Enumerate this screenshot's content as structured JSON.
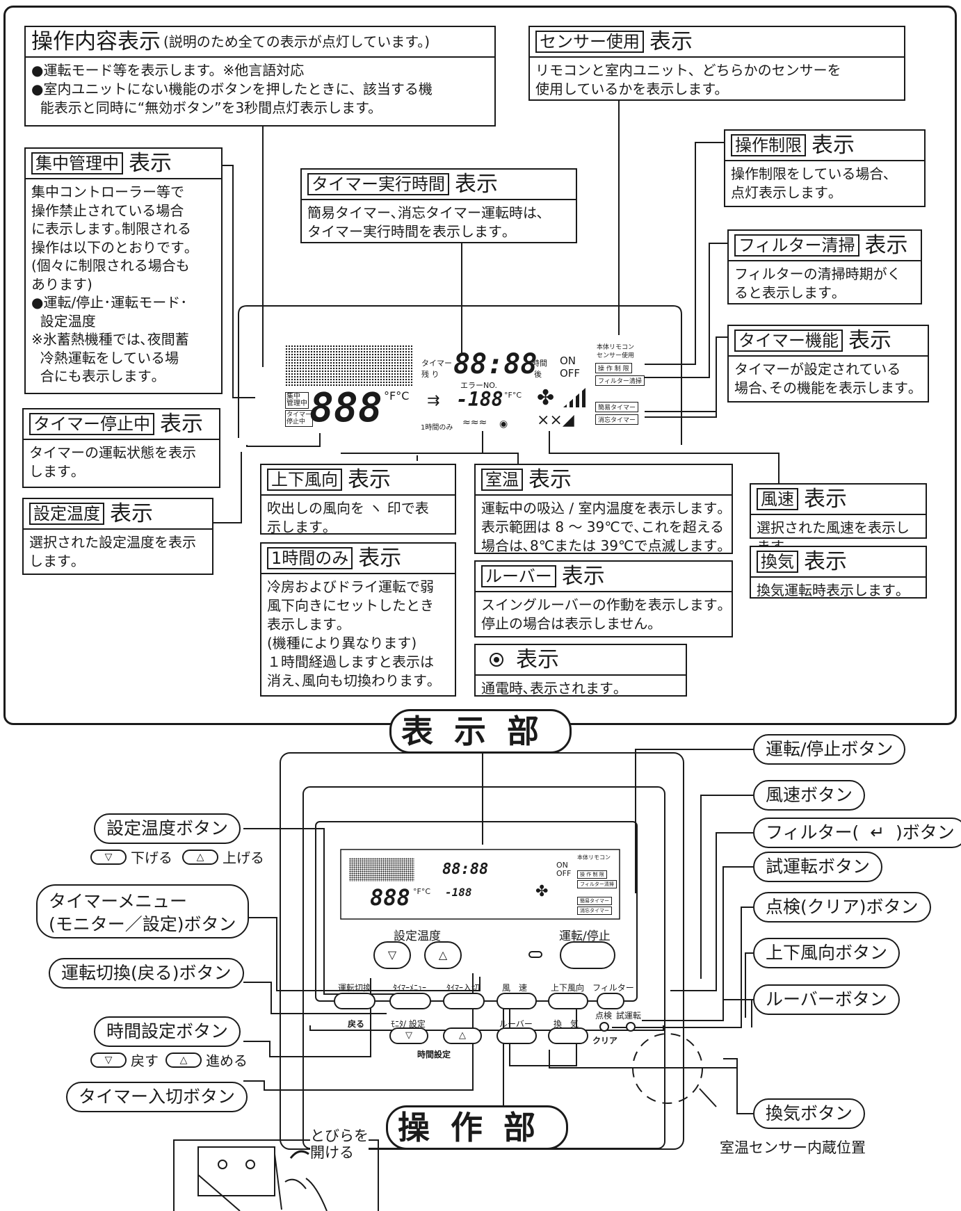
{
  "callouts": {
    "operation_display": {
      "tag": "",
      "title": "操作内容表示",
      "note": "(説明のため全ての表示が点灯しています。)",
      "body": "●運転モード等を表示します。※他言語対応\n●室内ユニットにない機能のボタンを押したときに、該当する機\n  能表示と同時に“無効ボタン”を3秒間点灯表示します。"
    },
    "sensor_use": {
      "tag": "センサー使用",
      "title": "表示",
      "body": "リモコンと室内ユニット、どちらかのセンサーを\n使用しているかを表示します。"
    },
    "central_control": {
      "tag": "集中管理中",
      "title": "表示",
      "body": "集中コントローラー等で\n操作禁止されている場合\nに表示します｡制限される\n操作は以下のとおりです｡\n(個々に制限される場合も\nあります)\n●運転/停止･運転モード･\n  設定温度\n※氷蓄熱機種では､夜間蓄\n  冷熱運転をしている場\n  合にも表示します｡"
    },
    "timer_exec_time": {
      "tag": "タイマー実行時間",
      "title": "表示",
      "body": "簡易タイマー､消忘タイマー運転時は､\nタイマー実行時間を表示します｡"
    },
    "operation_restrict": {
      "tag": "操作制限",
      "title": "表示",
      "body": "操作制限をしている場合､\n点灯表示します｡"
    },
    "filter_clean": {
      "tag": "フィルター清掃",
      "title": "表示",
      "body": "フィルターの清掃時期がく\nると表示します｡"
    },
    "timer_function": {
      "tag": "タイマー機能",
      "title": "表示",
      "body": "タイマーが設定されている\n場合､その機能を表示します｡"
    },
    "timer_stop": {
      "tag": "タイマー停止中",
      "title": "表示",
      "body": "タイマーの運転状態を表示\nします｡"
    },
    "set_temp": {
      "tag": "設定温度",
      "title": "表示",
      "body": "選択された設定温度を表示\nします｡"
    },
    "vertical_airflow": {
      "tag": "上下風向",
      "title": "表示",
      "body": "吹出しの風向を ヽ 印で表\n示します｡"
    },
    "one_hour_only": {
      "tag": "1時間のみ",
      "title": "表示",
      "body": "冷房およびドライ運転で弱\n風下向きにセットしたとき\n表示します｡\n(機種により異なります)\n１時間経過しますと表示は\n消え､風向も切換わります｡"
    },
    "room_temp": {
      "tag": "室温",
      "title": "表示",
      "body": "運転中の吸込 / 室内温度を表示します｡\n表示範囲は 8 ～ 39℃で､これを超える\n場合は､8℃または 39℃で点滅します｡"
    },
    "louver": {
      "tag": "ルーバー",
      "title": "表示",
      "body": "スイングルーバーの作動を表示します｡\n停止の場合は表示しません｡"
    },
    "power_indicator": {
      "tag": "",
      "title": "表示",
      "body": "通電時､表示されます｡"
    },
    "fan_speed": {
      "tag": "風速",
      "title": "表示",
      "body": "選択された風速を表示します｡"
    },
    "ventilation": {
      "tag": "換気",
      "title": "表示",
      "body": "換気運転時表示します｡"
    }
  },
  "sections": {
    "display": "表示部",
    "operation": "操作部"
  },
  "lcd": {
    "timer_label": "タイマー",
    "remain": "残 り",
    "clock": "88:88",
    "hour": "時間",
    "after": "後",
    "on": "ON",
    "off": "OFF",
    "error_no": "エラーNO.",
    "error_digits": "-188",
    "unit": "°F°C",
    "main_digits": "888",
    "main_unit": "°F°C",
    "central": "集中\n管理中",
    "timer_stop": "タイマー\n停止中",
    "one_hour": "1時間のみ",
    "sensor_line1": "本体リモコン",
    "sensor_line2": "センサー使用",
    "restrict": "操 作 制 限",
    "filter": "フィルター清掃",
    "simple_timer": "簡易タイマー",
    "forget_timer": "消忘タイマー"
  },
  "controller": {
    "set_temp_label": "設定温度",
    "run_stop_label": "運転/停止",
    "mode_switch": "運転切換",
    "timer_menu": "ﾀｲﾏｰﾒﾆｭｰ",
    "timer_onoff": "ﾀｲﾏｰ入切",
    "fan": "風　速",
    "vertical": "上下風向",
    "filter": "フィルター",
    "back": "戻る",
    "monitor_set": "ﾓﾆﾀ/ 設定",
    "louver": "ルーバー",
    "vent": "換　気",
    "check": "点検",
    "test_run": "試運転",
    "clear": "クリア",
    "time_set": "時間設定"
  },
  "button_labels": {
    "set_temp_button": "設定温度ボタン",
    "down": "下げる",
    "up": "上げる",
    "timer_menu_button": "タイマーメニュー\n(モニター／設定)ボタン",
    "mode_switch_button": "運転切換(戻る)ボタン",
    "time_set_button": "時間設定ボタン",
    "back_text": "戻す",
    "forward_text": "進める",
    "timer_onoff_button": "タイマー入切ボタン",
    "run_stop_button": "運転/停止ボタン",
    "fan_button": "風速ボタン",
    "filter_button": "フィルター(  ↵  )ボタン",
    "test_run_button": "試運転ボタン",
    "check_button": "点検(クリア)ボタン",
    "vertical_button": "上下風向ボタン",
    "louver_button": "ルーバーボタン",
    "vent_button": "換気ボタン"
  },
  "door_text": "とびらを\n開ける",
  "sensor_position": "室温センサー内蔵位置"
}
